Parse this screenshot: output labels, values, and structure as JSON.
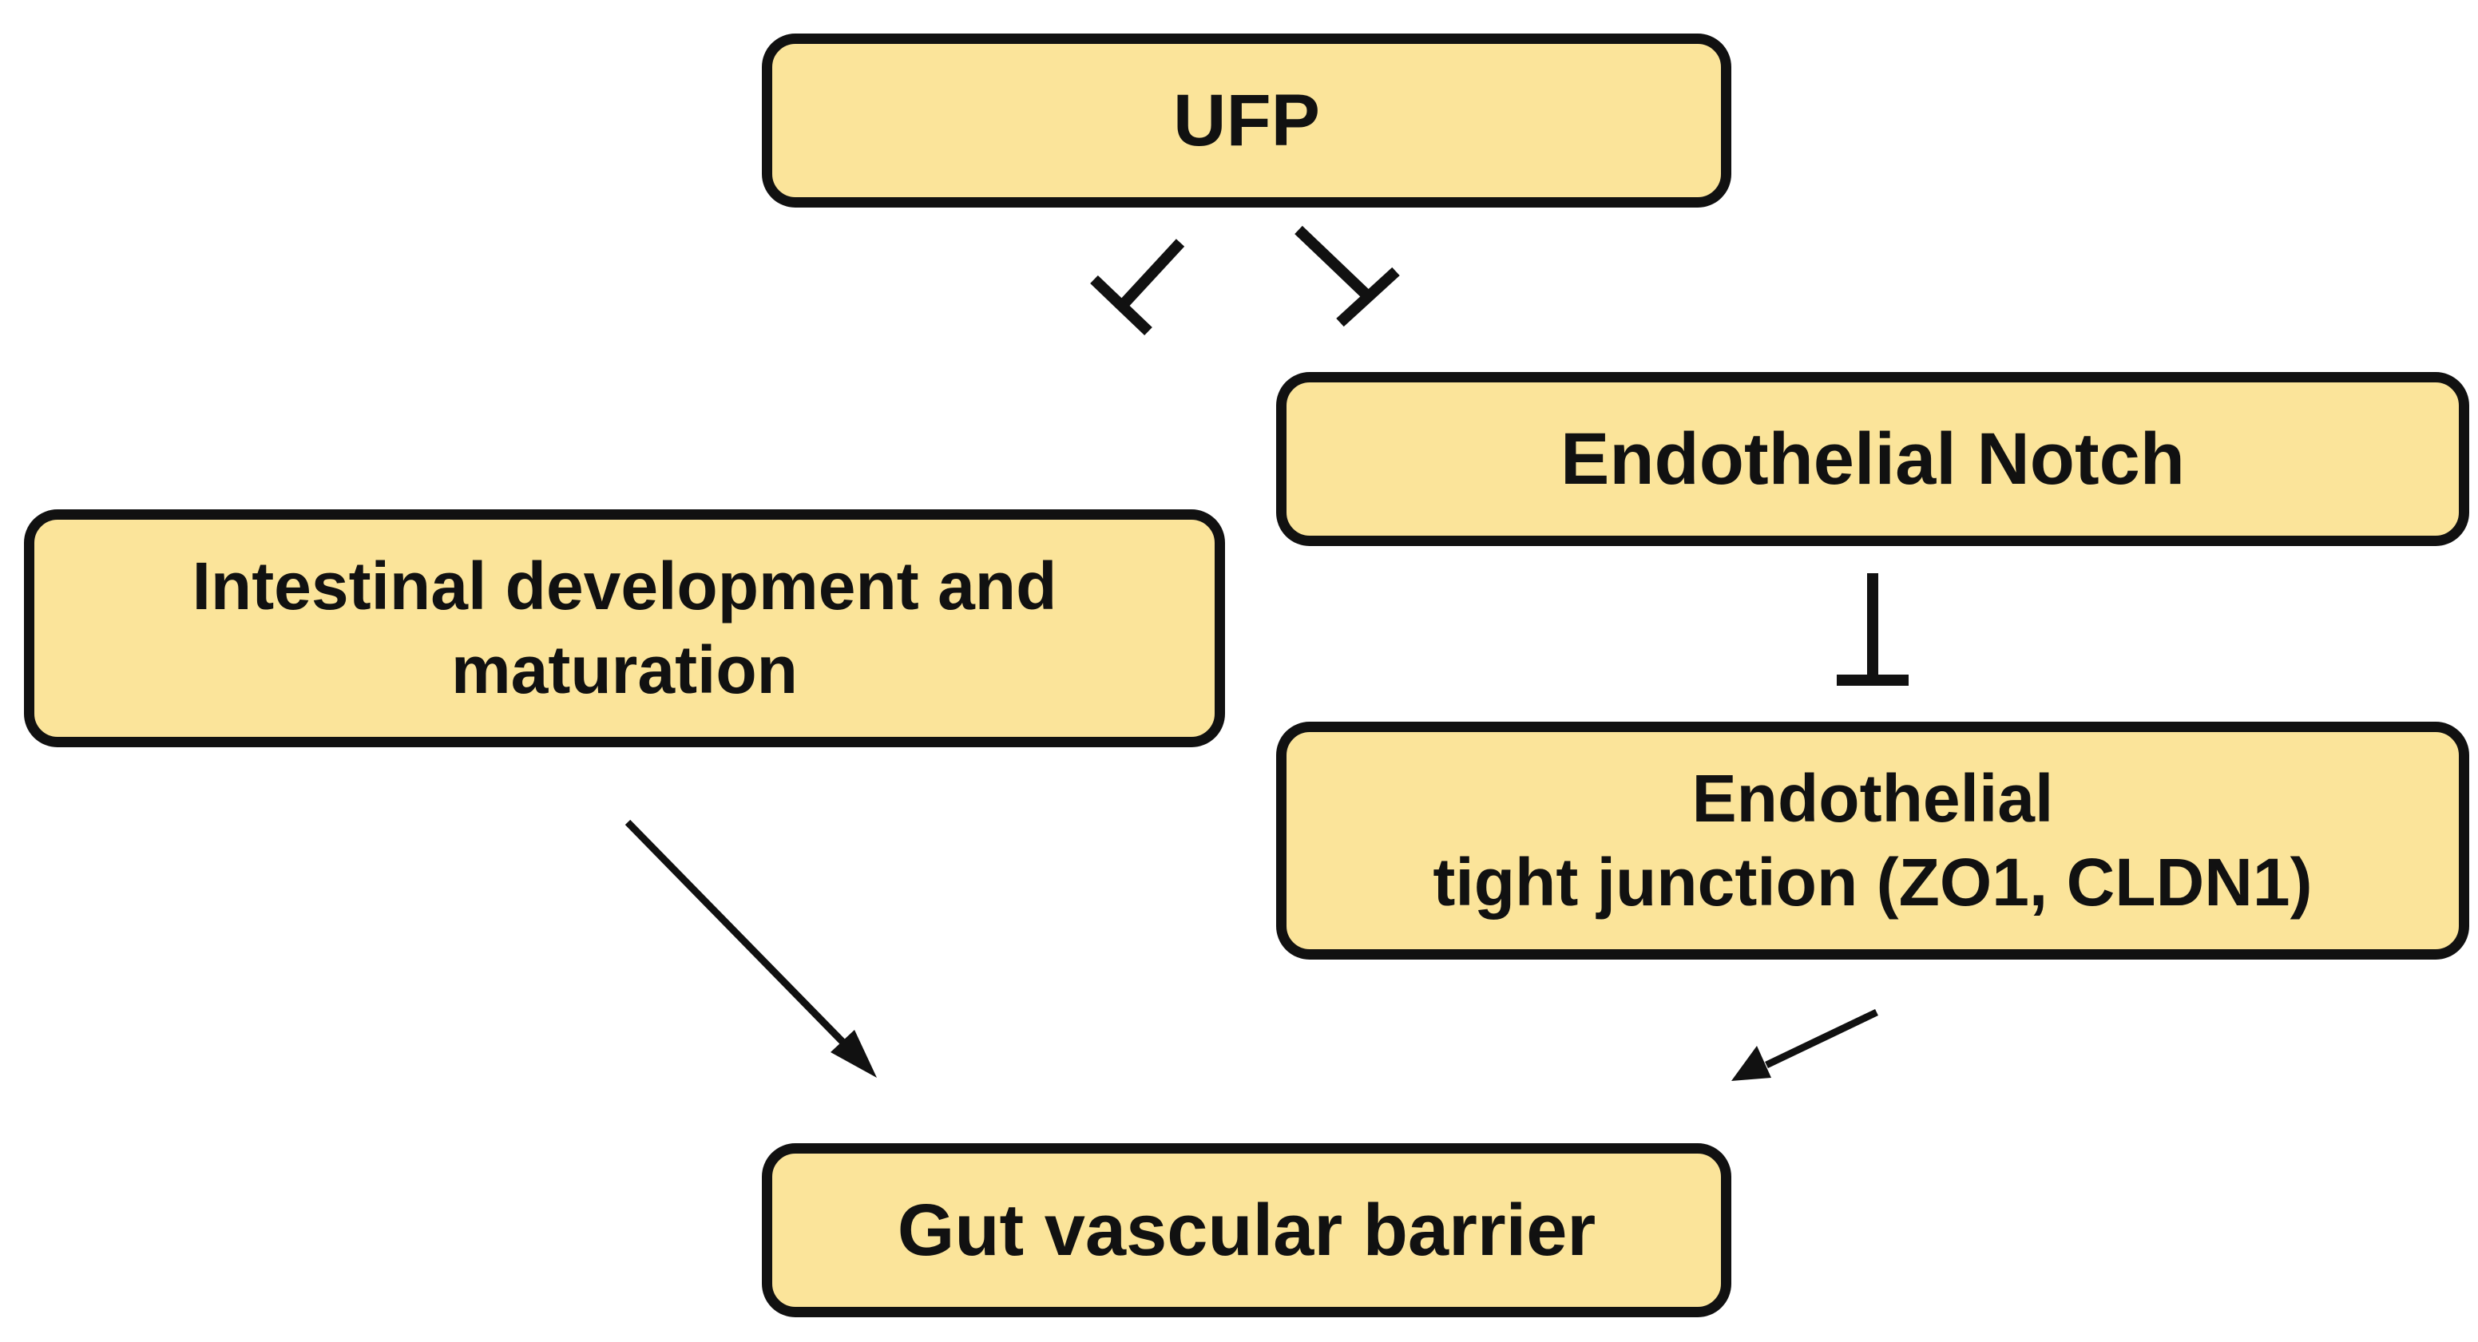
{
  "colors": {
    "node_fill": "#fbe49a",
    "node_border": "#111111",
    "edge": "#111111"
  },
  "nodes": {
    "ufp": "UFP",
    "endothelial_notch": "Endothelial Notch",
    "intestinal_development": "Intestinal development and\nmaturation",
    "tight_junction": "Endothelial\ntight junction (ZO1, CLDN1)",
    "gut_vascular_barrier": "Gut vascular barrier"
  },
  "edges": [
    {
      "from": "ufp",
      "to": "intestinal_development",
      "type": "inhibits"
    },
    {
      "from": "ufp",
      "to": "endothelial_notch",
      "type": "inhibits"
    },
    {
      "from": "endothelial_notch",
      "to": "tight_junction",
      "type": "inhibits"
    },
    {
      "from": "intestinal_development",
      "to": "gut_vascular_barrier",
      "type": "activates"
    },
    {
      "from": "tight_junction",
      "to": "gut_vascular_barrier",
      "type": "activates"
    }
  ]
}
